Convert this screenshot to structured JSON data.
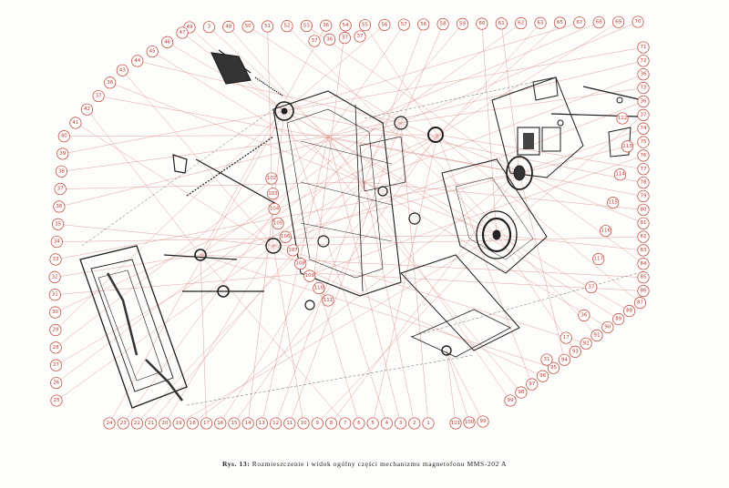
{
  "caption": {
    "label": "Rys. 13:",
    "text": "Rozmieszczenie i widok ogólny części mechanizmu magnetofonu MMS-202 A"
  },
  "colors": {
    "callout": "#c0392b",
    "drawing": "#1e1e1e",
    "leader": "#d98a85"
  },
  "callouts": {
    "top": [
      "49",
      "3",
      "48",
      "50",
      "51",
      "52",
      "53",
      "36",
      "54",
      "55",
      "56",
      "57",
      "56",
      "58",
      "59",
      "60",
      "61",
      "62",
      "63",
      "65",
      "67",
      "68",
      "69",
      "70"
    ],
    "top_inner": [
      "37",
      "36",
      "37",
      "37"
    ],
    "left": [
      "47",
      "46",
      "45",
      "44",
      "43",
      "36",
      "37",
      "42",
      "41",
      "40",
      "39",
      "38",
      "37",
      "36",
      "35",
      "34",
      "33",
      "32",
      "31",
      "30",
      "29",
      "28",
      "27",
      "26",
      "25"
    ],
    "left_inner": [
      "102",
      "103",
      "104",
      "105",
      "106",
      "107",
      "108",
      "109",
      "110",
      "111"
    ],
    "right": [
      "71",
      "72",
      "36",
      "73",
      "36",
      "37",
      "74",
      "75",
      "76",
      "77",
      "78",
      "79",
      "80",
      "81",
      "82",
      "83",
      "84",
      "85",
      "86",
      "87",
      "88",
      "89",
      "90",
      "91",
      "92",
      "93",
      "94",
      "95",
      "96",
      "97",
      "98",
      "99"
    ],
    "right_inner": [
      "112",
      "113",
      "114",
      "115",
      "116",
      "117",
      "37",
      "36",
      "17",
      "31"
    ],
    "bottom": [
      "24",
      "23",
      "22",
      "21",
      "20",
      "19",
      "18",
      "17",
      "16",
      "15",
      "14",
      "13",
      "12",
      "11",
      "10",
      "9",
      "8",
      "7",
      "6",
      "5",
      "4",
      "3",
      "2",
      "1"
    ],
    "bottom_right": [
      "101",
      "100",
      "99"
    ]
  }
}
